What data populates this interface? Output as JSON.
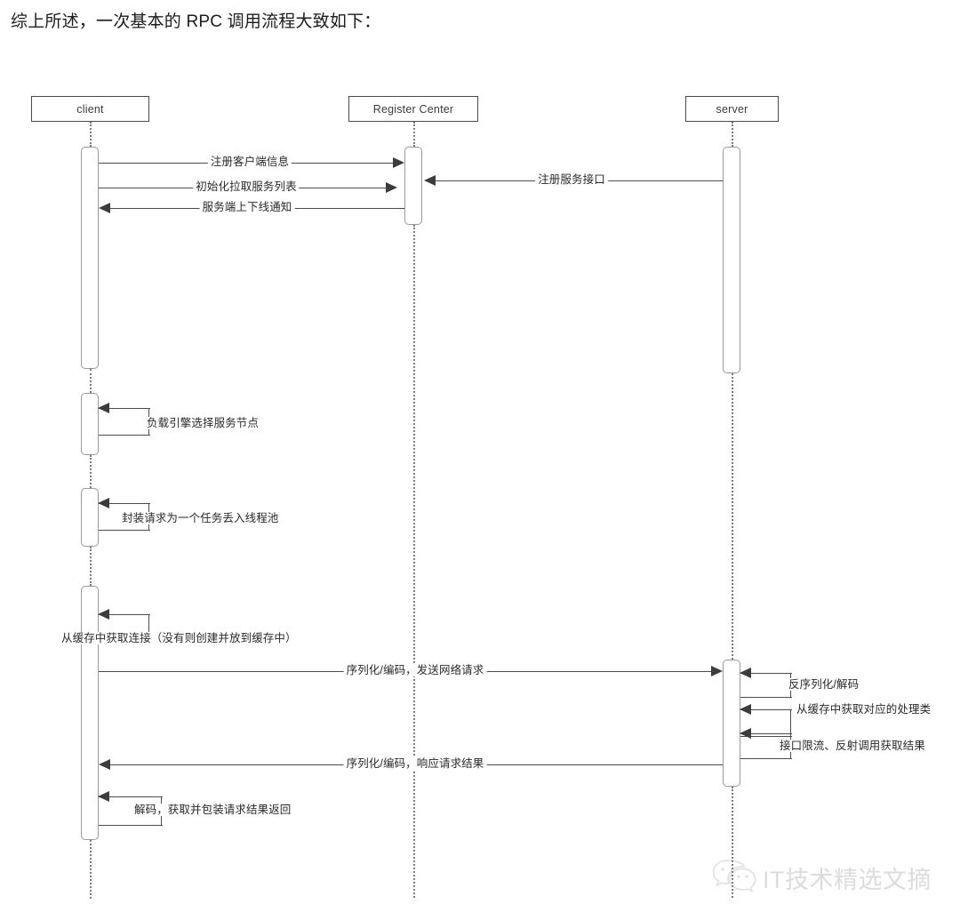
{
  "intro": {
    "text": "综上所述，一次基本的 RPC 调用流程大致如下："
  },
  "diagram": {
    "type": "sequence-diagram",
    "participants": [
      {
        "id": "client",
        "label": "client"
      },
      {
        "id": "register_center",
        "label": "Register Center"
      },
      {
        "id": "server",
        "label": "server"
      }
    ],
    "messages": [
      {
        "index": 1,
        "label": "注册客户端信息",
        "from": "client",
        "to": "register_center",
        "direction": "right",
        "kind": "call"
      },
      {
        "index": 2,
        "label": "注册服务接口",
        "from": "server",
        "to": "register_center",
        "direction": "left",
        "kind": "call"
      },
      {
        "index": 3,
        "label": "初始化拉取服务列表",
        "from": "client",
        "to": "register_center",
        "direction": "right",
        "kind": "call"
      },
      {
        "index": 4,
        "label": "服务端上下线通知",
        "from": "register_center",
        "to": "client",
        "direction": "left",
        "kind": "call"
      },
      {
        "index": 5,
        "label": "负载引擎选择服务节点",
        "from": "client",
        "to": "client",
        "direction": "self",
        "kind": "self-call"
      },
      {
        "index": 6,
        "label": "封装请求为一个任务丢入线程池",
        "from": "client",
        "to": "client",
        "direction": "self",
        "kind": "self-call"
      },
      {
        "index": 7,
        "label": "从缓存中获取连接（没有则创建并放到缓存中）",
        "from": "client",
        "to": "client",
        "direction": "self",
        "kind": "self-call"
      },
      {
        "index": 8,
        "label": "序列化/编码，发送网络请求",
        "from": "client",
        "to": "server",
        "direction": "right",
        "kind": "call"
      },
      {
        "index": 9,
        "label": "反序列化/解码",
        "from": "server",
        "to": "server",
        "direction": "self",
        "kind": "self-call"
      },
      {
        "index": 10,
        "label": "从缓存中获取对应的处理类",
        "from": "server",
        "to": "server",
        "direction": "self",
        "kind": "self-call"
      },
      {
        "index": 11,
        "label": "接口限流、反射调用获取结果",
        "from": "server",
        "to": "server",
        "direction": "self",
        "kind": "self-call"
      },
      {
        "index": 12,
        "label": "序列化/编码，响应请求结果",
        "from": "server",
        "to": "client",
        "direction": "left",
        "kind": "call"
      },
      {
        "index": 13,
        "label": "解码，获取并包装请求结果返回",
        "from": "client",
        "to": "client",
        "direction": "self",
        "kind": "self-call"
      }
    ],
    "colors": {
      "box_border": "#4a4a4a",
      "lifeline": "#7c7c7c",
      "activation_border": "#9a9a9a",
      "message_line": "#4c4c4c",
      "text": "#2a2a2a",
      "background": "#ffffff"
    }
  },
  "watermark": {
    "text": "IT技术精选文摘",
    "icon": "wechat-icon"
  }
}
